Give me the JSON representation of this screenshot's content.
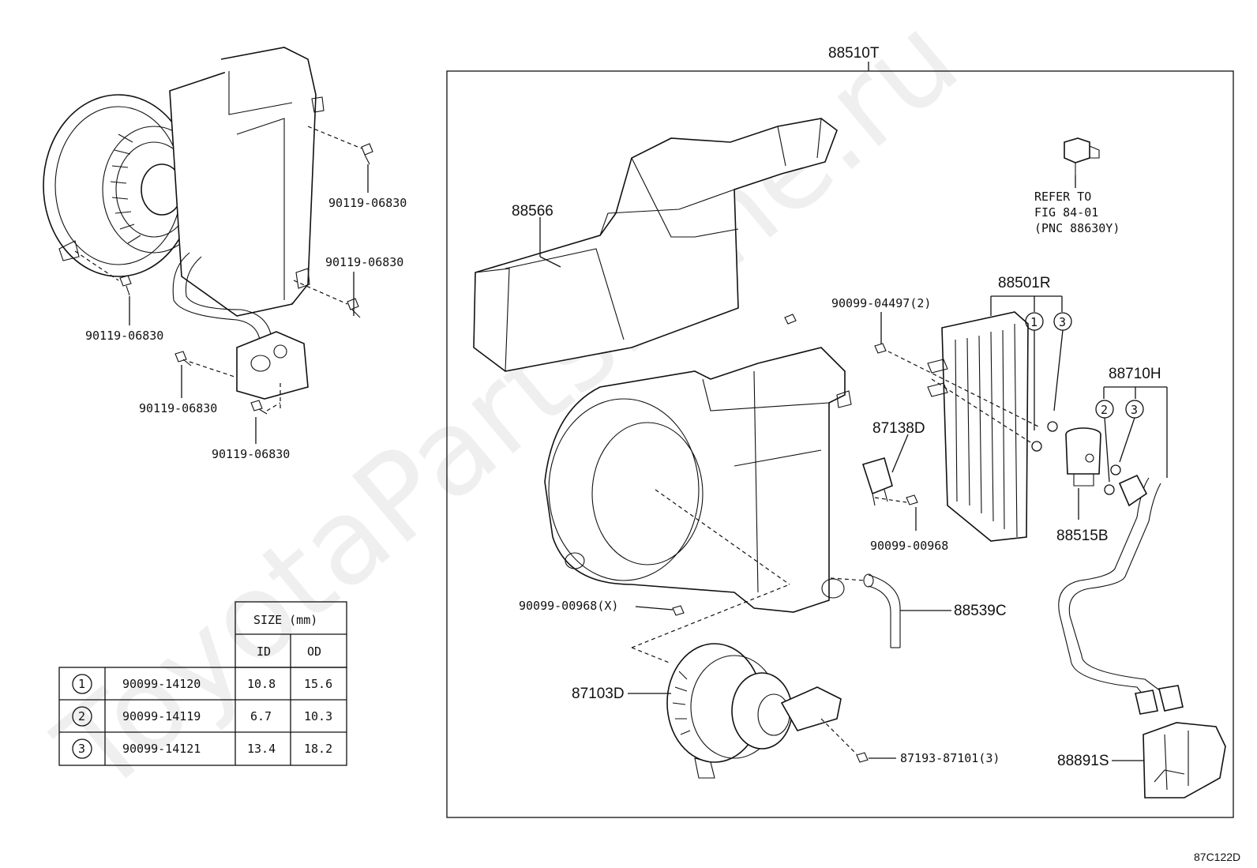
{
  "watermark": "ToyotaPartsMine.ru",
  "figure_code": "87C122D",
  "assembly_label": "88510T",
  "left_bolts": [
    "90119-06830",
    "90119-06830",
    "90119-06830",
    "90119-06830",
    "90119-06830"
  ],
  "parts": {
    "duct": "88566",
    "evaporator": "88501R",
    "evaporator_screw": "90099-04497(2)",
    "resistor": "87138D",
    "resistor_screw": "90099-00968",
    "expansion_valve": "88515B",
    "tube": "88710H",
    "drain_hose": "88539C",
    "case_screw": "90099-00968(X)",
    "blower_motor": "87103D",
    "motor_screw": "87193-87101(3)",
    "grommet": "88891S"
  },
  "refer": {
    "line1": "REFER TO",
    "line2": "FIG 84-01",
    "line3": "(PNC 88630Y)"
  },
  "callout_numbers": [
    "1",
    "3",
    "2",
    "3"
  ],
  "size_table": {
    "header": "SIZE (mm)",
    "col_id": "ID",
    "col_od": "OD",
    "rows": [
      {
        "num": "1",
        "part": "90099-14120",
        "id": "10.8",
        "od": "15.6"
      },
      {
        "num": "2",
        "part": "90099-14119",
        "id": "6.7",
        "od": "10.3"
      },
      {
        "num": "3",
        "part": "90099-14121",
        "id": "13.4",
        "od": "18.2"
      }
    ]
  }
}
